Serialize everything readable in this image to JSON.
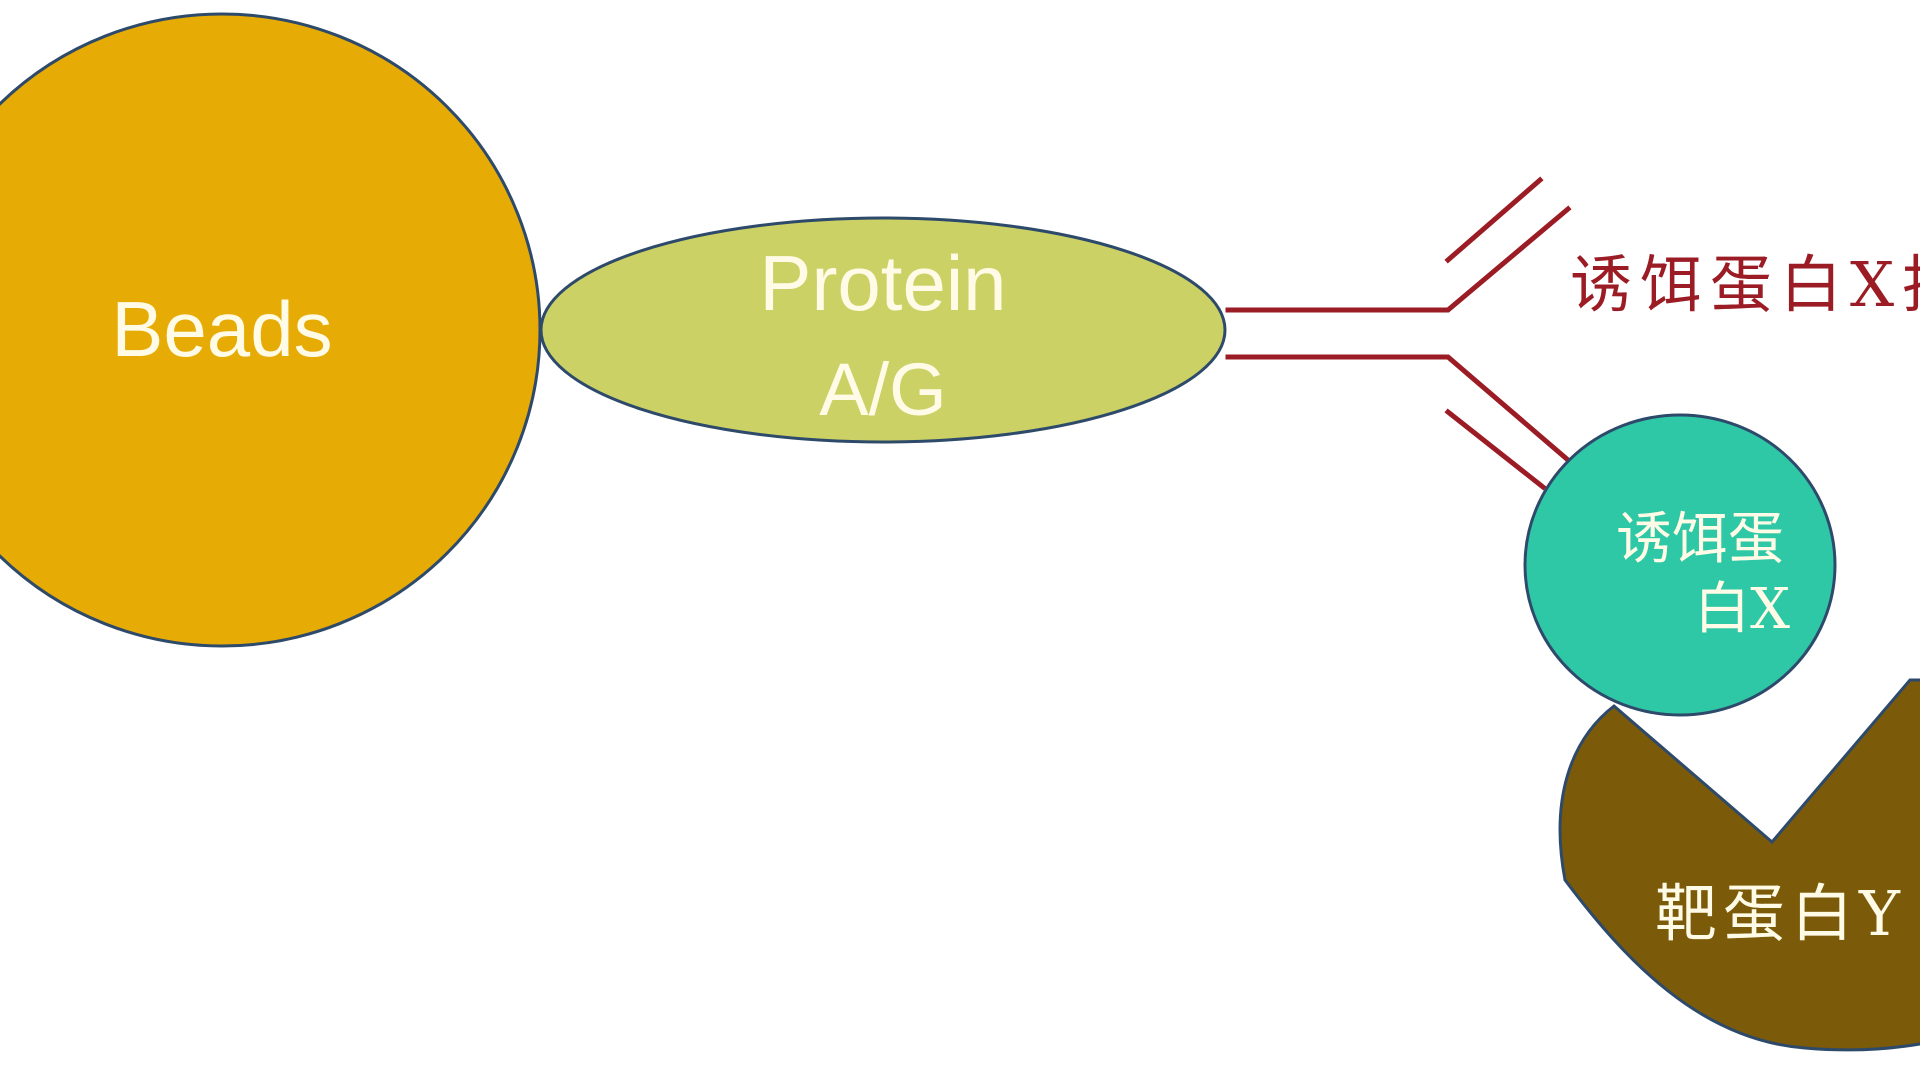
{
  "diagram": {
    "beads": {
      "label": "Beads",
      "fill": "#e7ab05",
      "stroke": "#2e4a6b"
    },
    "protein_ag": {
      "label_line1": "Protein",
      "label_line2": "A/G",
      "fill": "#ccd166",
      "stroke": "#2e4a6b"
    },
    "antibody": {
      "label": "诱饵蛋白X抗",
      "line_color": "#9b1c24",
      "text_color": "#9b1c24"
    },
    "bait_protein": {
      "label_line1": "诱饵蛋",
      "label_line2": "白X",
      "fill": "#2fc8a6",
      "stroke": "#2e4a6b",
      "text_color": "#fffbe6"
    },
    "target_protein": {
      "label": "靶蛋白Y",
      "fill": "#7b5a09",
      "stroke": "#2e4a6b",
      "text_color": "#fffbe6"
    }
  }
}
